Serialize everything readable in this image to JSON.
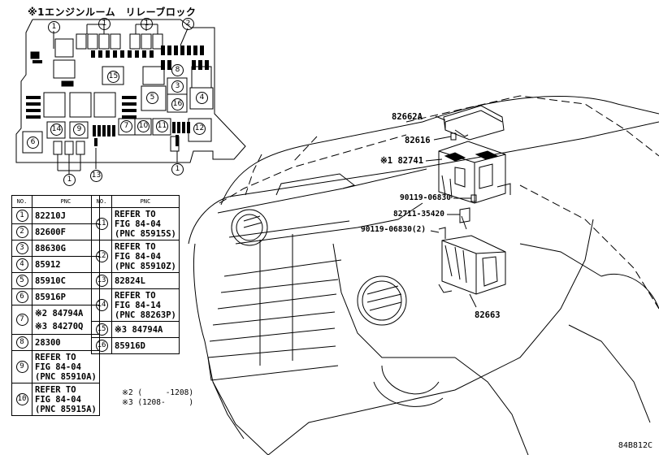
{
  "relay_block_title": "※1エンジンルーム　リレーブロック",
  "block_callouts": [
    "1",
    "1",
    "1",
    "1",
    "2",
    "3",
    "4",
    "5",
    "6",
    "8",
    "10",
    "11",
    "12",
    "13",
    "14",
    "15",
    "16",
    "7",
    "9"
  ],
  "table_left": {
    "head_no": "NO.",
    "head_pnc": "PNC",
    "rows": [
      {
        "no": "1",
        "pnc": "82210J"
      },
      {
        "no": "2",
        "pnc": "82600F"
      },
      {
        "no": "3",
        "pnc": "88630G"
      },
      {
        "no": "4",
        "pnc": "85912"
      },
      {
        "no": "5",
        "pnc": "85910C"
      },
      {
        "no": "6",
        "pnc": "85916P"
      },
      {
        "no": "7",
        "pnc": "※2 84794A\n※3 84270Q"
      },
      {
        "no": "8",
        "pnc": "28300"
      },
      {
        "no": "9",
        "pnc": "REFER TO\nFIG 84-04\n(PNC 85910A)"
      },
      {
        "no": "10",
        "pnc": "REFER TO\nFIG 84-04\n(PNC 85915A)"
      }
    ]
  },
  "table_right": {
    "head_no": "NO.",
    "head_pnc": "PNC",
    "rows": [
      {
        "no": "11",
        "pnc": "REFER TO\nFIG 84-04\n(PNC 85915S)"
      },
      {
        "no": "12",
        "pnc": "REFER TO\nFIG 84-04\n(PNC 85910Z)"
      },
      {
        "no": "13",
        "pnc": "82824L"
      },
      {
        "no": "14",
        "pnc": "REFER TO\nFIG 84-14\n(PNC 88263P)"
      },
      {
        "no": "15",
        "pnc": "※3 84794A"
      },
      {
        "no": "16",
        "pnc": "85916D"
      }
    ]
  },
  "notes": [
    "※2 (     -1208)",
    "※3 (1208-     )"
  ],
  "part_labels": {
    "p82662A": "82662A",
    "p82616": "82616",
    "p82741": "※1 82741",
    "p90119a": "90119-06830",
    "p82711": "82711-35420",
    "p90119b": "90119-06830(2)",
    "p82663": "82663"
  },
  "diagram_code": "84B812C"
}
